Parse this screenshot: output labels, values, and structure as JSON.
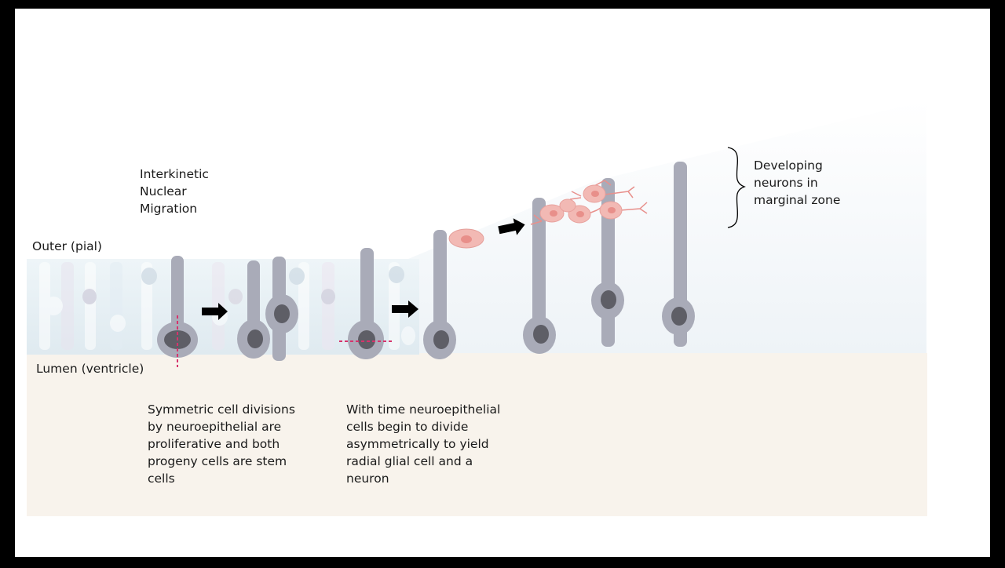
{
  "labels": {
    "interkinetic": "Interkinetic\nNuclear\nMigration",
    "outer": "Outer (pial)",
    "lumen": "Lumen (ventricle)",
    "developing_neurons": "Developing\nneurons in\nmarginal zone"
  },
  "captions": {
    "symmetric": "Symmetric cell divisions\nby neuroepithelial are\nproliferative and both\nprogeny cells are stem\ncells",
    "asymmetric": "With time neuroepithelial\ncells begin to divide\nasymmetrically to yield\nradial glial cell and a\nneuron"
  },
  "colors": {
    "radial_cell": "#a9abb8",
    "nucleus": "#5e5e66",
    "neuron": "#f2b9b4",
    "division_line": "#d6336c",
    "arrow": "#000000",
    "lumen_band": "#f7f2ea",
    "epithelium": "#e4eef3"
  },
  "icons": {
    "arrow": "right-arrow-icon",
    "brace": "curly-brace-icon"
  }
}
